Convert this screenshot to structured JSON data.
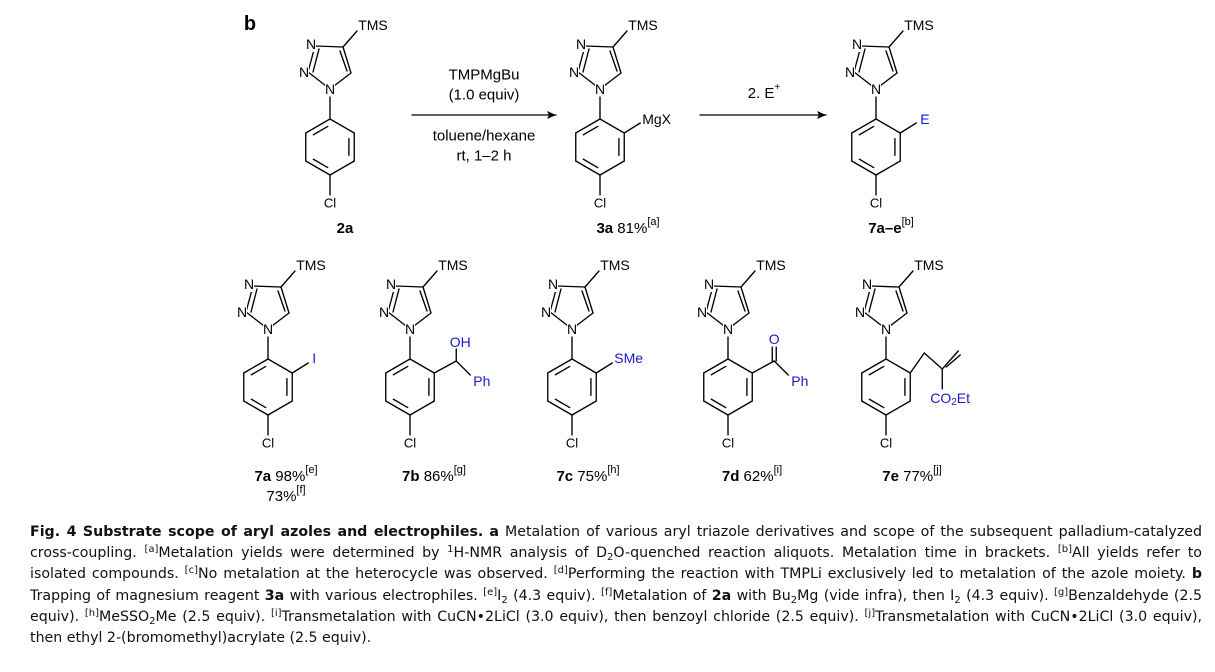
{
  "panel_label": "b",
  "atoms": {
    "tms": "TMS",
    "n1": "N",
    "n2": "N",
    "n3": "N",
    "cl": "Cl",
    "mgx": "MgX",
    "e": "E",
    "i": "I",
    "oh": "OH",
    "ph": "Ph",
    "sme": "SMe",
    "o": "O",
    "co2et": "CO2Et"
  },
  "reaction": {
    "reagent": "TMPMgBu",
    "equiv": "(1.0 equiv)",
    "solvent": "toluene/hexane",
    "conditions": "rt, 1–2 h",
    "step2": "2. E",
    "step2_sup": "+"
  },
  "compounds": [
    {
      "id": "2a",
      "yield": "",
      "ref": "",
      "yield2": "",
      "ref2": ""
    },
    {
      "id": "3a",
      "yield": "81%",
      "ref": "[a]",
      "yield2": "",
      "ref2": ""
    },
    {
      "id": "7a–e",
      "yield": "",
      "ref": "[b]",
      "yield2": "",
      "ref2": ""
    },
    {
      "id": "7a",
      "yield": "98%",
      "ref": "[e]",
      "yield2": "73%",
      "ref2": "[f]"
    },
    {
      "id": "7b",
      "yield": "86%",
      "ref": "[g]",
      "yield2": "",
      "ref2": ""
    },
    {
      "id": "7c",
      "yield": "75%",
      "ref": "[h]",
      "yield2": "",
      "ref2": ""
    },
    {
      "id": "7d",
      "yield": "62%",
      "ref": "[i]",
      "yield2": "",
      "ref2": ""
    },
    {
      "id": "7e",
      "yield": "77%",
      "ref": "[j]",
      "yield2": "",
      "ref2": ""
    }
  ],
  "caption": {
    "title": "Fig. 4 Substrate scope of aryl azoles and electrophiles.",
    "a_label": "a",
    "a_text": "Metalation of various aryl triazole derivatives and scope of the subsequent palladium-catalyzed cross-coupling.",
    "fa_mark": "[a]",
    "fa_1": "Metalation yields were determined by",
    "fa_sup": "1",
    "fa_2": "H-NMR analysis of D",
    "fa_sub": "2",
    "fa_3": "O-quenched reaction aliquots. Metalation time in brackets.",
    "fb_mark": "[b]",
    "fb": "All yields refer to isolated compounds.",
    "fc_mark": "[c]",
    "fc": "No metalation at the heterocycle was observed.",
    "fd_mark": "[d]",
    "fd": "Performing the reaction with TMPLi exclusively led to metalation of the azole moiety.",
    "b_label": "b",
    "b_1": "Trapping of magnesium reagent",
    "b_cmpd": "3a",
    "b_2": "with various electrophiles.",
    "fe_mark": "[e]",
    "fe_1": "I",
    "fe_sub": "2",
    "fe_2": "(4.3 equiv).",
    "ff_mark": "[f]",
    "ff_1": "Metalation of",
    "ff_cmpd": "2a",
    "ff_2": "with Bu",
    "ff_sub": "2",
    "ff_3": "Mg (vide infra), then I",
    "ff_sub2": "2",
    "ff_4": "(4.3 equiv).",
    "fg_mark": "[g]",
    "fg": "Benzaldehyde (2.5 equiv).",
    "fh_mark": "[h]",
    "fh_1": "MeSSO",
    "fh_sub": "2",
    "fh_2": "Me (2.5 equiv).",
    "fi_mark": "[i]",
    "fi": "Transmetalation with CuCN•2LiCl (3.0 equiv), then benzoyl chloride (2.5 equiv).",
    "fj_mark": "[j]",
    "fj": "Transmetalation with CuCN•2LiCl (3.0 equiv), then ethyl 2-(bromomethyl)acrylate (2.5 equiv)."
  },
  "colors": {
    "bond": "#000000",
    "electrophile": "#1a1acc",
    "text": "#111111"
  }
}
